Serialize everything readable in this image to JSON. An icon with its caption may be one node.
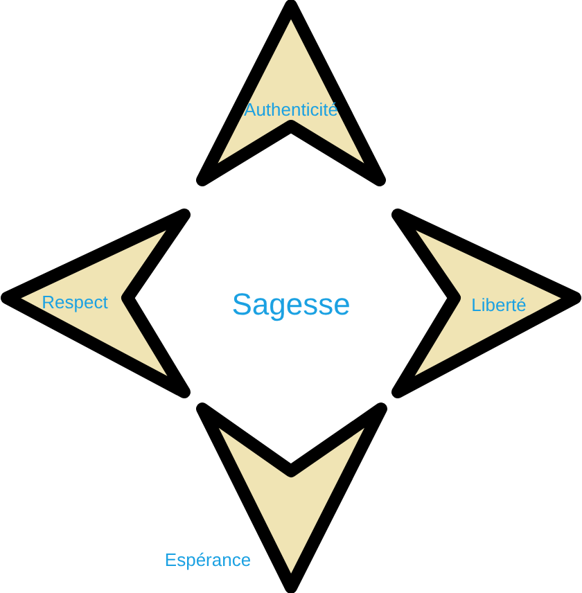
{
  "diagram": {
    "nodes": [
      {
        "text": [
          "Authenticité"
        ]
      },
      {
        "text": [
          "Respect"
        ]
      },
      {
        "text": [
          "Liberté"
        ]
      },
      {
        "text": [
          "Espérance"
        ]
      }
    ],
    "labels": [
      "Sagesse"
    ]
  }
}
